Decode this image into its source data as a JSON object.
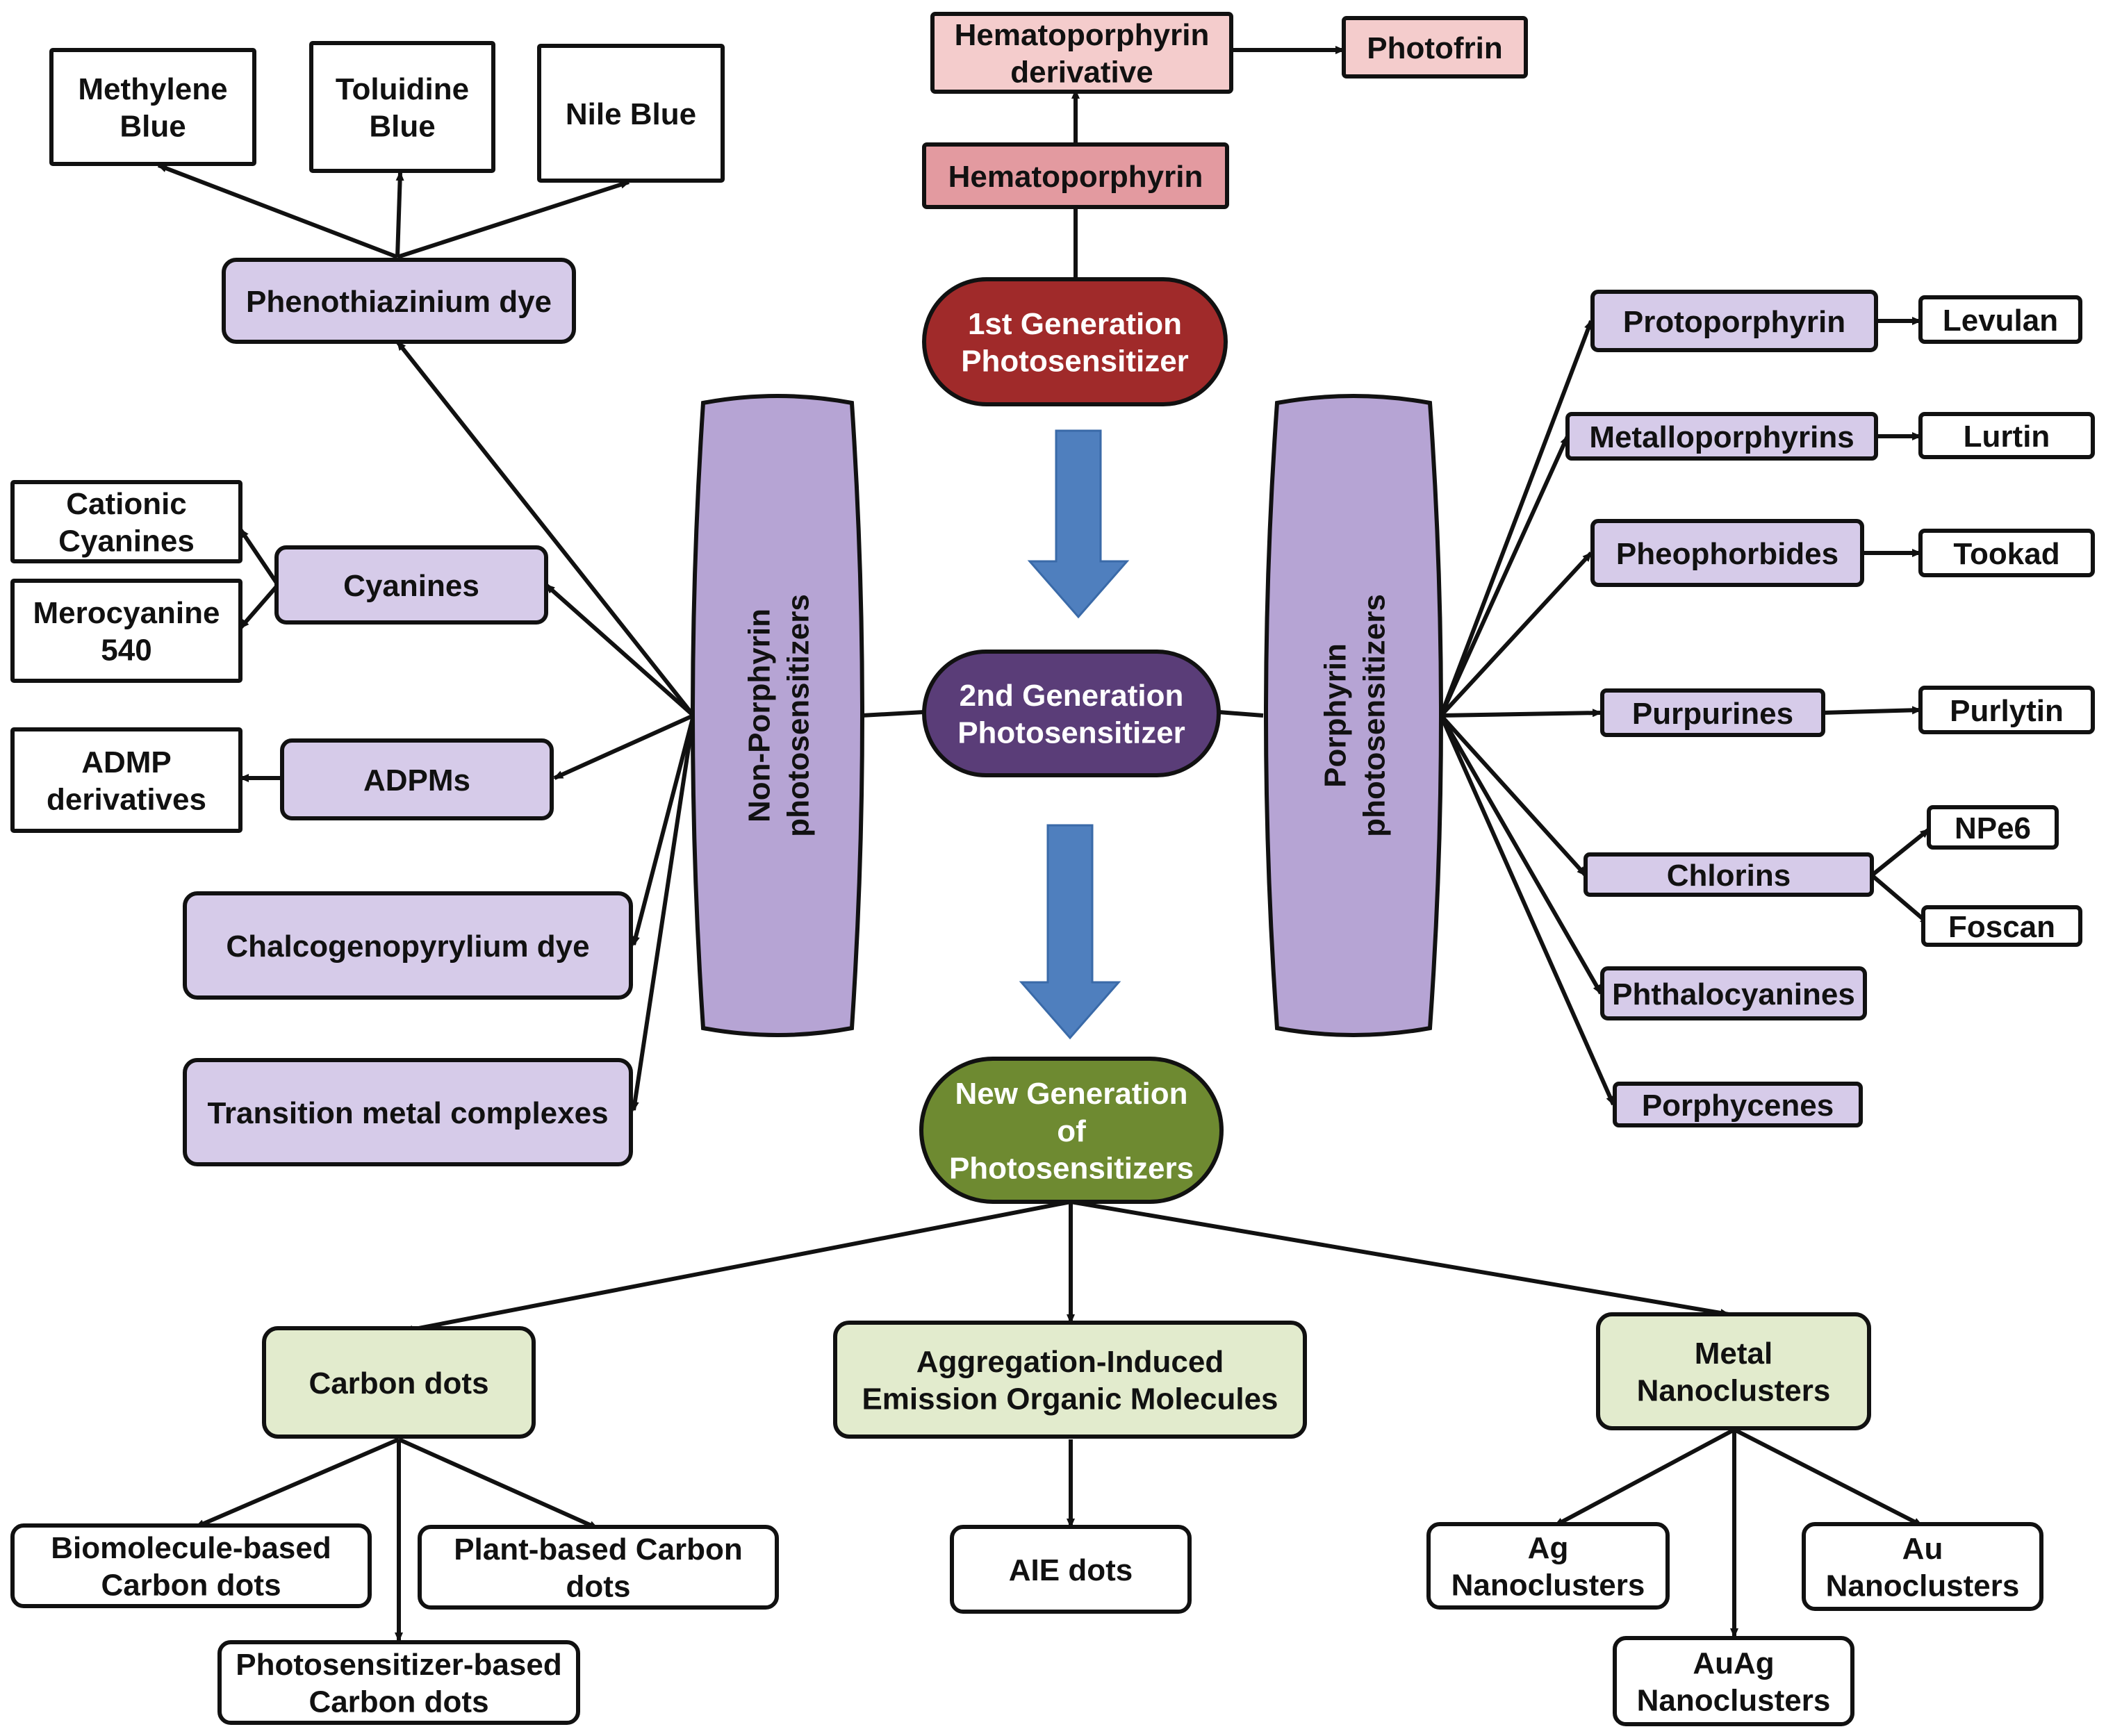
{
  "colors": {
    "first_gen": "#a02a2a",
    "second_gen": "#5a3d78",
    "new_gen": "#6e8a31",
    "lavender": "#d6cbe9",
    "lavender_dark": "#b6a4d4",
    "pink_light": "#f4cccc",
    "pink": "#e39aa0",
    "green_light": "#e2ebcd",
    "blue_arrow": "#4f7fbe",
    "stroke": "#111111",
    "line": "#111111"
  },
  "generations": {
    "first": "1st Generation\nPhotosensitizer",
    "second": "2nd Generation\nPhotosensitizer",
    "new": "New Generation\nof\nPhotosensitizers"
  },
  "first_gen_chain": {
    "hematoporphyrin": "Hematoporphyrin",
    "derivative": "Hematoporphyrin\nderivative",
    "photofrin": "Photofrin"
  },
  "non_porphyrin": {
    "label": "Non-Porphyrin\nphotosensitizers",
    "phenothiazinium": "Phenothiazinium dye",
    "methylene_blue": "Methylene\nBlue",
    "toluidine_blue": "Toluidine\nBlue",
    "nile_blue": "Nile Blue",
    "cyanines": "Cyanines",
    "cationic_cyanines": "Cationic\nCyanines",
    "merocyanine": "Merocyanine\n540",
    "adpms": "ADPMs",
    "admp_derivatives": "ADMP\nderivatives",
    "chalcogenopyrylium": "Chalcogenopyrylium dye",
    "transition_metal": "Transition metal complexes"
  },
  "porphyrin": {
    "label": "Porphyrin\nphotosensitizers",
    "protoporphyrin": "Protoporphyrin",
    "levulan": "Levulan",
    "metalloporphyrins": "Metalloporphyrins",
    "lurtin": "Lurtin",
    "pheophorbides": "Pheophorbides",
    "tookad": "Tookad",
    "purpurines": "Purpurines",
    "purlytin": "Purlytin",
    "chlorins": "Chlorins",
    "npe6": "NPe6",
    "foscan": "Foscan",
    "phthalocyanines": "Phthalocyanines",
    "porphycenes": "Porphycenes"
  },
  "new_gen_branches": {
    "carbon_dots": "Carbon dots",
    "biomolecule_carbon": "Biomolecule-based\nCarbon dots",
    "plant_carbon": "Plant-based Carbon\ndots",
    "photosensitizer_carbon": "Photosensitizer-based\nCarbon dots",
    "aie_molecules": "Aggregation-Induced\nEmission Organic Molecules",
    "aie_dots": "AIE dots",
    "metal_nanoclusters": "Metal\nNanoclusters",
    "ag": "Ag\nNanoclusters",
    "au": "Au\nNanoclusters",
    "auag": "AuAg\nNanoclusters"
  }
}
